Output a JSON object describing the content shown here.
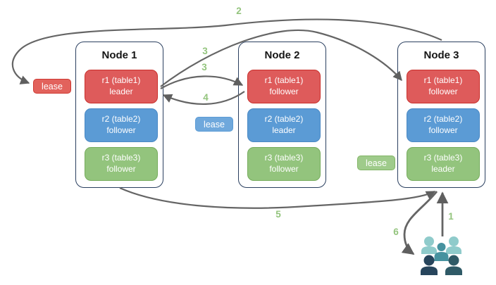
{
  "nodes": [
    {
      "title": "Node 1",
      "replicas": [
        {
          "label": "r1 (table1)",
          "role": "leader",
          "color": "red"
        },
        {
          "label": "r2 (table2)",
          "role": "follower",
          "color": "blue"
        },
        {
          "label": "r3 (table3)",
          "role": "follower",
          "color": "green"
        }
      ]
    },
    {
      "title": "Node 2",
      "replicas": [
        {
          "label": "r1 (table1)",
          "role": "follower",
          "color": "red"
        },
        {
          "label": "r2 (table2)",
          "role": "leader",
          "color": "blue"
        },
        {
          "label": "r3 (table3)",
          "role": "follower",
          "color": "green"
        }
      ]
    },
    {
      "title": "Node 3",
      "replicas": [
        {
          "label": "r1 (table1)",
          "role": "follower",
          "color": "red"
        },
        {
          "label": "r2 (table2)",
          "role": "follower",
          "color": "blue"
        },
        {
          "label": "r3 (table3)",
          "role": "leader",
          "color": "green"
        }
      ]
    }
  ],
  "leases": [
    {
      "label": "lease",
      "color": "red"
    },
    {
      "label": "lease",
      "color": "blue"
    },
    {
      "label": "lease",
      "color": "green"
    }
  ],
  "steps": [
    {
      "label": "1"
    },
    {
      "label": "2"
    },
    {
      "label": "3"
    },
    {
      "label": "3"
    },
    {
      "label": "4"
    },
    {
      "label": "5"
    },
    {
      "label": "6"
    }
  ],
  "icons": {
    "users": "users-group-icon"
  },
  "colors": {
    "replica_red": "#de5b5b",
    "replica_red_border": "#c9302c",
    "replica_blue": "#5b9bd5",
    "replica_blue_border": "#4a89c4",
    "replica_green": "#93c47d",
    "replica_green_border": "#76ac5d",
    "lease_red": "#e2625c",
    "lease_blue": "#6fa8dc",
    "lease_green": "#9fcb8b",
    "node_border": "#2a3f5f",
    "arrow_gray": "#656565",
    "step_label_green": "#93c47d",
    "users_light_teal": "#8fcbcb",
    "users_medium_teal": "#46929f",
    "users_dark_navy": "#27455c",
    "users_dark_slate": "#2f5a66"
  }
}
